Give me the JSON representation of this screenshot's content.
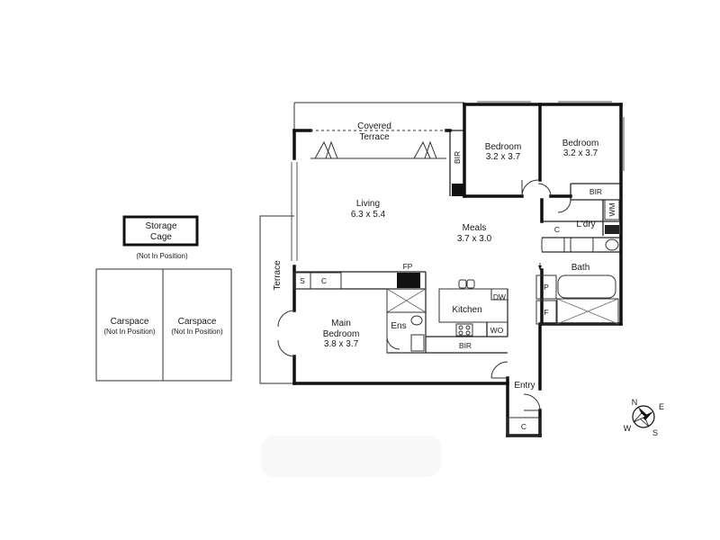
{
  "floorplan": {
    "rooms": {
      "covered_terrace": {
        "line1": "Covered",
        "line2": "Terrace"
      },
      "bedroom2": {
        "name": "Bedroom",
        "dims": "3.2 x 3.7"
      },
      "bedroom3": {
        "name": "Bedroom",
        "dims": "3.2 x 3.7"
      },
      "living": {
        "name": "Living",
        "dims": "6.3 x 5.4"
      },
      "meals": {
        "name": "Meals",
        "dims": "3.7 x 3.0"
      },
      "main_bedroom": {
        "name": "Main",
        "name2": "Bedroom",
        "dims": "3.8 x 3.7"
      },
      "kitchen": {
        "name": "Kitchen"
      },
      "ensuite": {
        "name": "Ens"
      },
      "laundry": {
        "name": "L'dry"
      },
      "bath": {
        "name": "Bath"
      },
      "entry": {
        "name": "Entry"
      },
      "terrace": {
        "name": "Terrace"
      }
    },
    "fixtures": {
      "bir_a": "BIR",
      "bir_b": "BIR",
      "bir_c": "BIR",
      "wm": "WM",
      "c_laundry": "C",
      "c_entry": "C",
      "c_living": "C",
      "s_living": "S",
      "fp": "FP",
      "dw": "DW",
      "wo": "WO",
      "p": "P",
      "f": "F"
    },
    "storage": {
      "line1": "Storage",
      "line2": "Cage",
      "note": "(Not In Position)"
    },
    "carspaces": [
      {
        "name": "Carspace",
        "note": "(Not In Position)"
      },
      {
        "name": "Carspace",
        "note": "(Not In Position)"
      }
    ],
    "compass": {
      "n": "N",
      "e": "E",
      "s": "S",
      "w": "W"
    }
  }
}
